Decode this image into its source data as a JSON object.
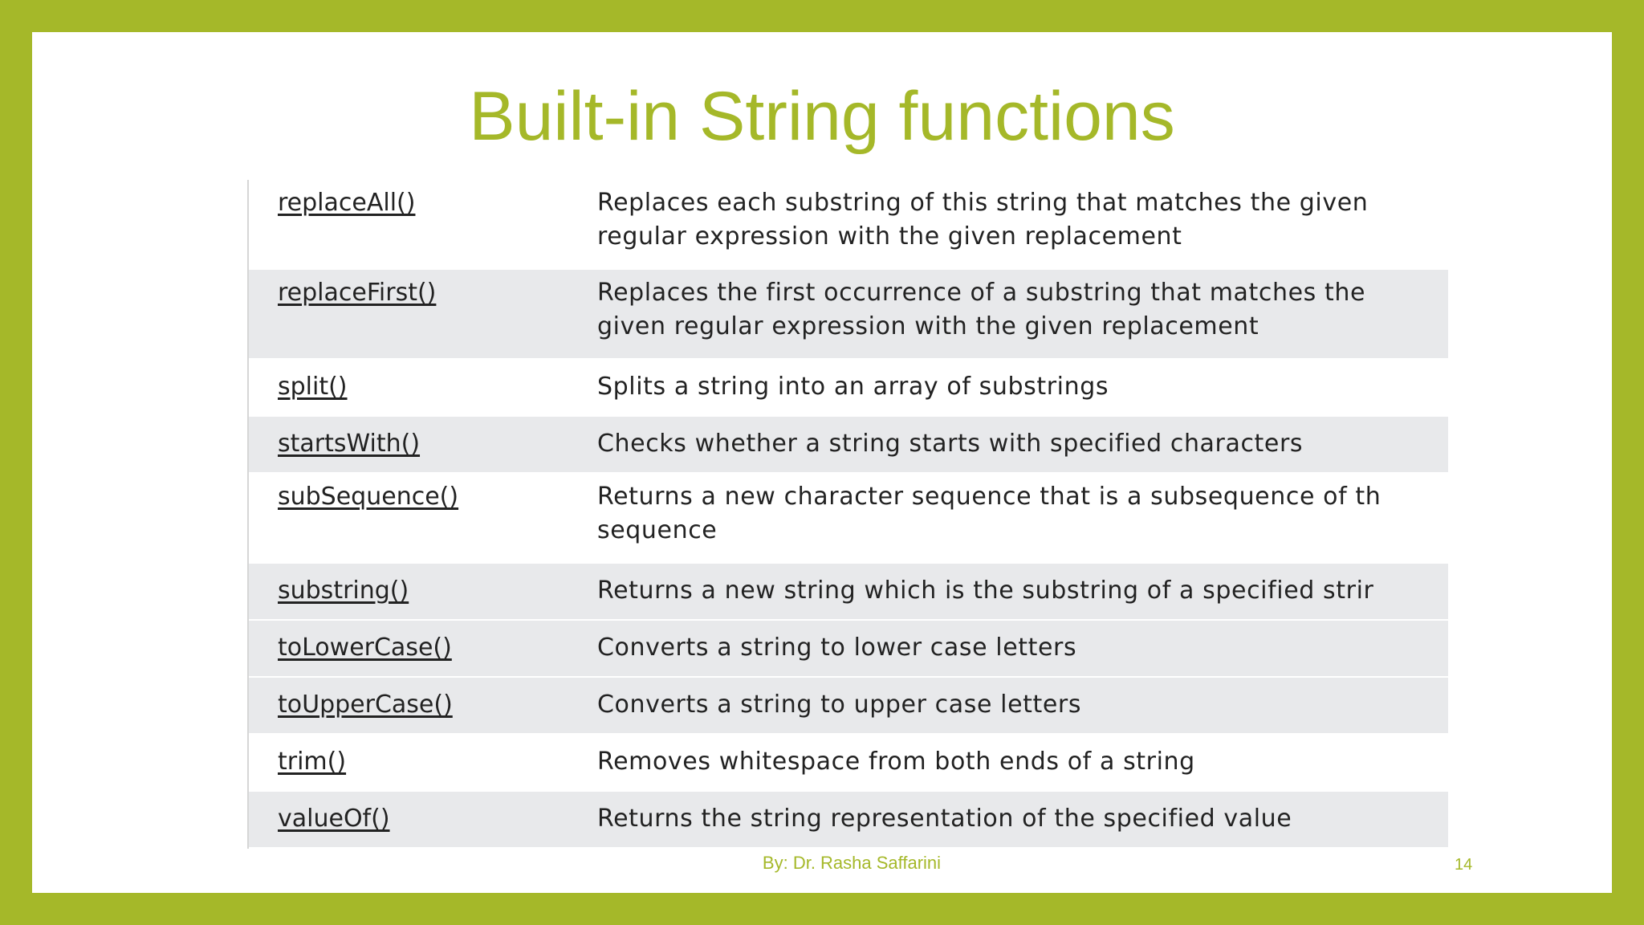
{
  "slide": {
    "title": "Built-in String functions",
    "footer": "By: Dr. Rasha Saffarini",
    "page_number": "14"
  },
  "colors": {
    "accent": "#a5b829",
    "row_shade": "#e8e9eb",
    "text": "#222222"
  },
  "table": {
    "rows": [
      {
        "method": "replaceAll()",
        "description": "Replaces each substring of this string that matches the given\nregular expression with the given replacement"
      },
      {
        "method": "replaceFirst()",
        "description": "Replaces the first occurrence of a substring that matches the\ngiven regular expression with the given replacement"
      },
      {
        "method": "split()",
        "description": "Splits a string into an array of substrings"
      },
      {
        "method": "startsWith()",
        "description": "Checks whether a string starts with specified characters"
      },
      {
        "method": "subSequence()",
        "description": "Returns a new character sequence that is a subsequence of th\nsequence"
      },
      {
        "method": "substring()",
        "description": "Returns a new string which is the substring of a specified strir"
      },
      {
        "method": "toLowerCase()",
        "description": "Converts a string to lower case letters"
      },
      {
        "method": "toUpperCase()",
        "description": "Converts a string to upper case letters"
      },
      {
        "method": "trim()",
        "description": "Removes whitespace from both ends of a string"
      },
      {
        "method": "valueOf()",
        "description": "Returns the string representation of the specified value"
      }
    ]
  }
}
